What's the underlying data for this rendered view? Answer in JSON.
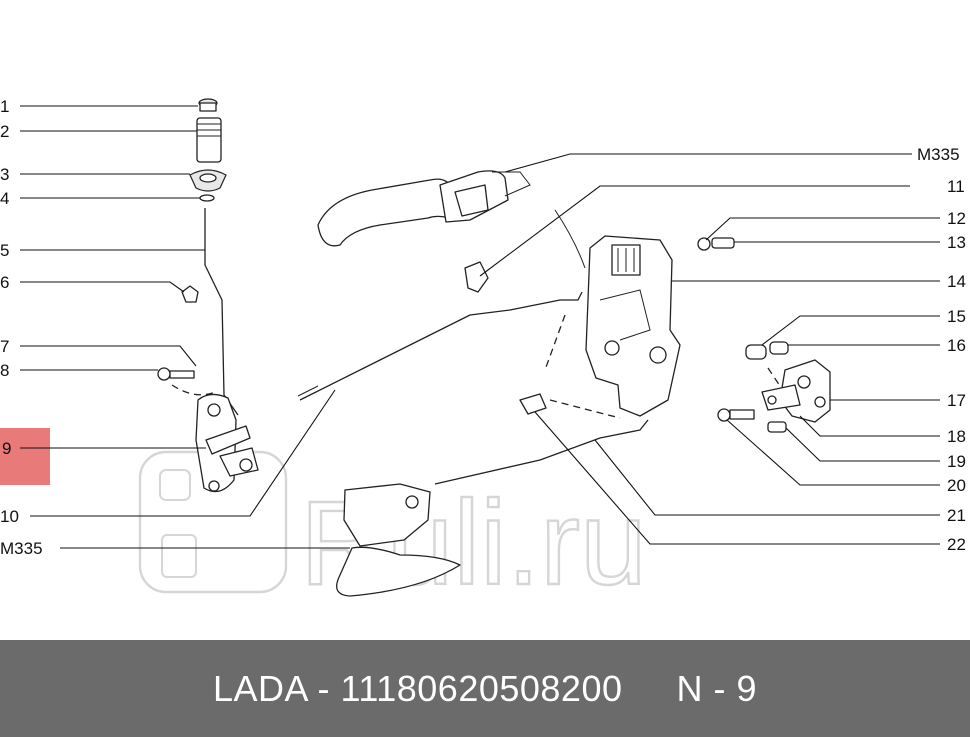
{
  "diagram": {
    "labels_left": [
      "1",
      "2",
      "3",
      "4",
      "5",
      "6",
      "7",
      "8",
      "9",
      "10",
      "M335"
    ],
    "labels_right": [
      "M335",
      "11",
      "12",
      "13",
      "14",
      "15",
      "16",
      "17",
      "18",
      "19",
      "20",
      "21",
      "22"
    ],
    "highlighted_label": "9",
    "highlight_color": "#e87a7a"
  },
  "watermark": {
    "text": "Ruli.ru",
    "color": "#d6d6d6"
  },
  "footer": {
    "code": "LADA - 11180620508200",
    "page": "N - 9",
    "background": "#6b6b6b"
  }
}
